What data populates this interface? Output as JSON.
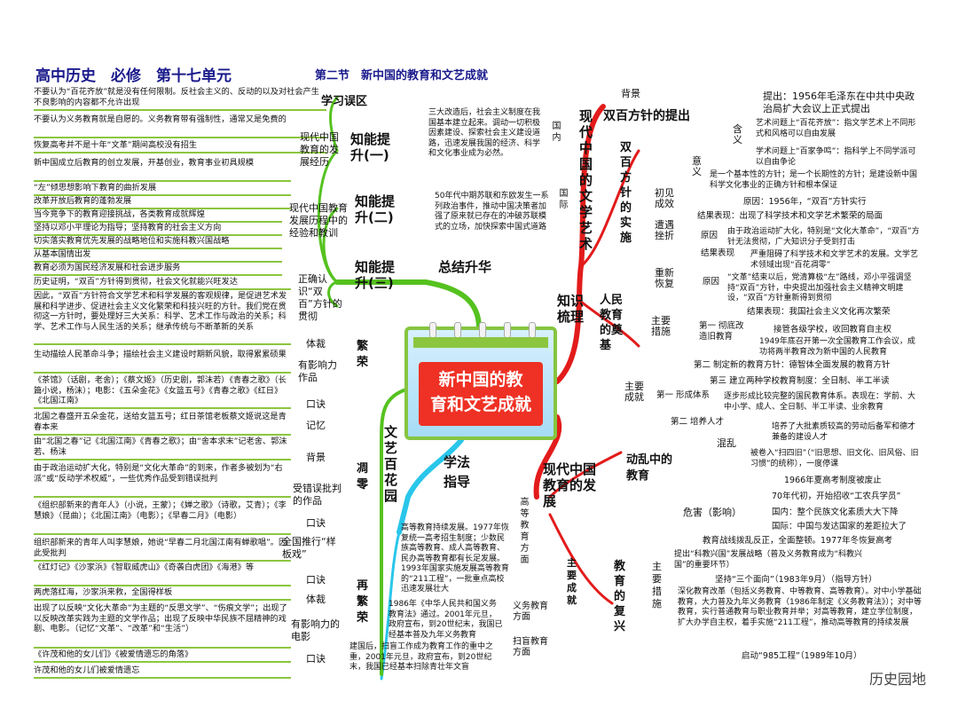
{
  "title": {
    "main": "高中历史　必修　第十七单元",
    "sub": "第二节　新中国的教育和文艺成就"
  },
  "center": {
    "line1": "新中国的教",
    "line2": "育和文艺成就"
  },
  "branches": {
    "summary": "总结升华",
    "method": "学法\n指导",
    "knowledge": "知识\n梳理",
    "literature": "文艺百花园",
    "lit_art": "现代中国的文学艺术",
    "education": "现代中国教育的发展"
  },
  "left": {
    "mistakes_label": "学习误区",
    "mistakes": [
      "不要认为“百花齐放”就是没有任何限制。反社会主义的、反动的以及对社会产生不良影响的内容都不允许出现",
      "不要认为义务教育就是自愿的。义务教育带有强制性，通常又是免费的",
      "恢复高考并不是十年“文革”期间高校没有招生"
    ],
    "ability1": {
      "label": "知能提升(一)",
      "sub": "现代中国教育的发展经历",
      "items": [
        "新中国成立后教育的创立发展，开基创业，教育事业初具规模",
        "“左”倾思想影响下教育的曲折发展",
        "改革开放后教育的蓬勃发展"
      ]
    },
    "ability2": {
      "label": "知能提升(二)",
      "sub": "现代中国教育发展历程中的经验和教训",
      "items": [
        "当今竞争下的教育迎接挑战，各类教育成就辉煌",
        "坚持以邓小平理论为指导；坚持教育的社会主义方向",
        "切实落实教育优先发展的战略地位和实施科教兴国战略",
        "从基本国情出发",
        "教育必须为国民经济发展和社会进步服务"
      ]
    },
    "ability3": {
      "label": "知能提升(三)",
      "sub": "正确认识“双百”方针的贯彻",
      "items": [
        "历史证明，“双百”方针得到贯彻，社会文化就能兴旺发达",
        "因此，“双百”方针符合文学艺术和科学发展的客观规律，是促进艺术发展和科学进步、促进社会主义文化繁荣和科技兴旺的方针。我们党在贯彻这一方针时，要处理好三大关系：科学、艺术工作与政治的关系；科学、艺术工作与人民生活的关系；继承传统与不断革新的关系"
      ]
    },
    "flourish": {
      "label": "繁荣",
      "genre_label": "体裁",
      "genre": "生动描绘人民革命斗争；描绘社会主义建设时期新风貌，取得累累硕果",
      "works_label": "有影响力作品",
      "works": "《茶馆》（话剧，老舍）；《蔡文姬》（历史剧，郭沫若）《青春之歌》（长篇小说，杨沫）；电影：《五朵金花》《女篮五号》《青春之歌》《红日》《北国江南》",
      "rhyme_label": "口诀",
      "rhyme": "北国之春盛开五朵金花，送给女篮五号；红日茶馆老板蔡文姬说这是青春本来",
      "memo_label": "记忆",
      "memo": "由“北国之春”记《北国江南》《青春之歌》；由“舍本求末”记老舍、郭沫若、杨沫"
    },
    "wither": {
      "label": "凋零",
      "bg_label": "背景",
      "bg": "由于政治运动扩大化，特别是“文化大革命”的到来，作者多被划为“右派”或“反动学术权威”，一些优秀作品受到错误批判",
      "crit_label": "受错误批判的作品",
      "crit": "《组织部新来的青年人》（小说，王蒙）；《婵之歌》（诗歌，艾青）；《李慧娘》（昆曲）；《北国江南》（电影）；《早春二月》（电影）",
      "rhyme_label": "口诀",
      "rhyme": "组织部新来的青年人叫李慧娘，她说“早春二月北国江南有蝉歌唱”。因此受批判",
      "model_label": "全国推行“样板戏”",
      "model": "《红灯记》《沙家浜》《智取威虎山》《奇袭白虎团》《海港》等",
      "rhyme2_label": "口诀",
      "rhyme2": "两虎落红海，沙家浜来救，全国得样板"
    },
    "revive": {
      "label": "再繁荣",
      "genre_label": "体裁",
      "genre": "出现了以反映“文化大革命”为主题的“反思文学”、“伤痕文学”；出现了以反映改革实践为主题的文学作品；出现了反映中华民族不屈精神的戏剧、电影。（记忆“文革”、“改革”和“生活”）",
      "film_label": "有影响力的电影",
      "film": "《许茂和他的女儿们》《被爱情遗忘的角落》",
      "rhyme_label": "口诀",
      "rhyme": "许茂和他的女儿们被爱情遗忘"
    }
  },
  "middle": {
    "domestic_label": "国内",
    "domestic": "三大改造后，社会主义制度在我国基本建立起来。调动一切积极因素建设、探索社会主义建设道路，迅速发展我国的经济、科学和文化事业成为必然。",
    "intl_label": "国际",
    "intl": "50年代中期苏联和东欧发生一系列政治事件，推动中国决策者加强了原来就已存在的冲破苏联模式的立场，加快探索中国式道路",
    "higher_label": "高等教育方面",
    "higher": "高等教育持续发展。1977年恢复统一高考招生制度；少数民族高等教育、成人高等教育、民办高等教育都有长足发展。1993年国家实施发展高等教育的“211工程”，一批重点高校迅速发展壮大",
    "compulsory_label": "义务教育方面",
    "compulsory": "1986年《中华人民共和国义务教育法》通过。2001年元旦，政府宣布，到20世纪末，我国已经基本普及九年义务教育",
    "literacy_label": "扫盲教育方面",
    "literacy": "建国后，扫盲工作成为教育工作的重中之重，2001年元旦，政府宣布，到20世纪末，我国已经基本扫除青壮年文盲",
    "main_achieve": "主要成就"
  },
  "right": {
    "bg_label": "背景",
    "policy": "双百方针的提出",
    "proposed": "提出：1956年毛泽东在中共中央政治局扩大会议上正式提出",
    "meaning_label": "含义",
    "art": "艺术问题上“百花齐放”：指文学艺术上不同形式和风格可以自由发展",
    "sci": "学术问题上“百家争鸣”：指科学上不同学派可以自由争论",
    "sig_label": "意义",
    "sig": "是一个基本性的方针；是一个长期性的方针；是建设新中国科学文化事业的正确方针和根本保证",
    "impl_label": "双百方针的实施",
    "initial_label": "初见成效",
    "cause": "原因：1956年，“双百”方针实行",
    "result": "结果表现：出现了科学技术和文学艺术繁荣的局面",
    "setback_label": "遭遇挫折",
    "sb_cause_label": "原因",
    "sb_cause": "由于政治运动扩大化，特别是“文化大革命”，“双百”方针无法贯彻，广大知识分子受到打击",
    "sb_result_label": "结果表现",
    "sb_result": "严重阻碍了科学技术和文学艺术的发展。文学艺术领域出现“百花凋零”",
    "recover_label": "重新恢复",
    "rc_cause_label": "原因",
    "rc_cause": "“文革”结束以后，党清算极“左”路线，邓小平强调坚持“双百”方针，中央提出加强社会主义精神文明建设，“双百”方针重新得到贯彻",
    "rc_result": "结果表现：我国社会主义文化再次繁荣",
    "people_edu": "人民教育的奠基",
    "measures_label": "主要措施",
    "m1_label": "第一 彻底改造旧教育",
    "m1a": "接管各级学校，收回教育自主权",
    "m1b": "1949年底召开第一次全国教育工作会议，成功将两半教育改为新中国的人民教育",
    "m2": "第二 制定新的教育方针：德智体全面发展的教育方针",
    "m3": "第三 建立两种学校教育制度：全日制、半工半读",
    "achieve_label": "主要成就",
    "a1_label": "第一 形成体系",
    "a1": "逐步形成比较完整的国民教育体系。表现在：学前、大中小学、成人、全日制、半工半读、业余教育",
    "a2_label": "第二 培养人才",
    "a2": "培养了大批素质较高的劳动后备军和德才兼备的建设人才",
    "turmoil_label": "动乱中的教育",
    "chaos_label": "混乱",
    "chaos": "被卷入“扫四旧”（“旧思想、旧文化、旧风俗、旧习惯”的统称），一度停课",
    "harm_label": "危害（影响）",
    "h0": "1966年夏高考制度被废止",
    "h1": "70年代初，开始招收“工农兵学员”",
    "h2": "国内：整个民族文化素质大大下降",
    "h3": "国际：中国与发达国家的差距拉大了",
    "revival_label": "教育的复兴",
    "rv_measure_label": "主要措施",
    "r0": "教育战线拨乱反正，全面整顿。1977年冬恢复高考",
    "r1": "提出“科教兴国”发展战略（普及义务教育成为“科教兴国”的重要环节）",
    "r2": "坚持“三个面向”（1983年9月）（指导方针）",
    "r3": "深化教育改革（包括义务教育、中等教育、高等教育）。对中小学基础教育，大力普及九年义务教育（1986年制定《义务教育法》）；对中等教育，实行普通教育与职业教育并举；对高等教育，建立学位制度，扩大办学自主权，着手实施“211工程”，推动高等教育的持续发展",
    "r4": "启动“985工程”（1989年10月）",
    "watermark": "历史园地"
  }
}
